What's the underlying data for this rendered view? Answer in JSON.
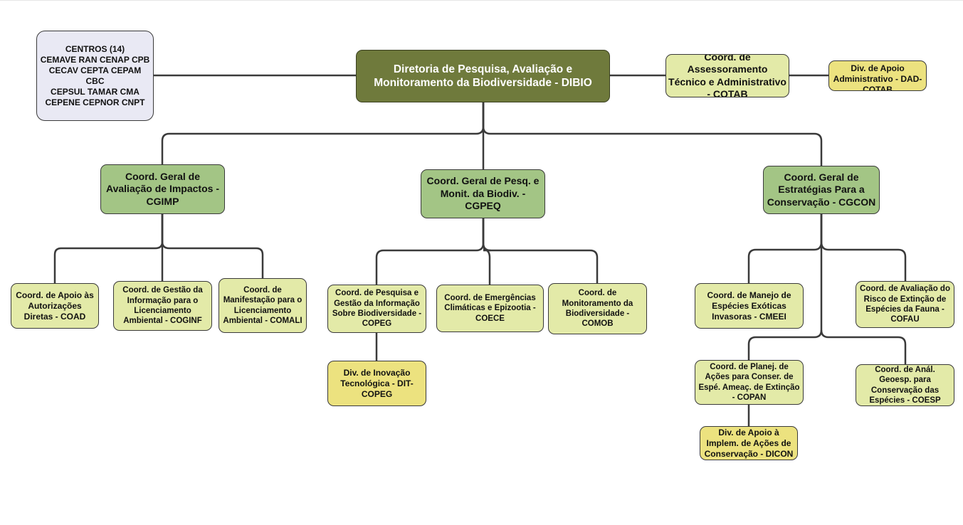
{
  "colors": {
    "director": "#6f7a3c",
    "general_coord": "#a3c585",
    "coord": "#e3eaa8",
    "division": "#ece27f",
    "centers": "#e9e9f4",
    "line": "#3a3a3a"
  },
  "org": {
    "centros": "CENTROS (14)\nCEMAVE RAN CENAP CPB\nCECAV CEPTA CEPAM CBC\nCEPSUL TAMAR CMA\nCEPENE CEPNOR CNPT",
    "dibio": "Diretoria de Pesquisa, Avaliação e Monitoramento da Biodiversidade - DIBIO",
    "cotab": "Coord. de Assessoramento Técnico e Administrativo - COTAB",
    "dad": "Div. de Apoio Administrativo - DAD-COTAB",
    "cgimp": "Coord. Geral de Avaliação de Impactos - CGIMP",
    "cgpeq": "Coord. Geral de Pesq. e Monit. da Biodiv. - CGPEQ",
    "cgcon": "Coord. Geral de Estratégias Para a Conservação - CGCON",
    "coad": "Coord. de Apoio às Autorizações Diretas - COAD",
    "coginf": "Coord. de Gestão da Informação para o Licenciamento Ambiental - COGINF",
    "comali": "Coord. de Manifestação para o Licenciamento Ambiental - COMALI",
    "copeg": "Coord. de Pesquisa e Gestão da Informação Sobre Biodiversidade - COPEG",
    "coece": "Coord. de Emergências Climáticas e Epizootia - COECE",
    "comob": "Coord. de Monitoramento da Biodiversidade - COMOB",
    "dit": "Div. de Inovação Tecnológica - DIT-COPEG",
    "cmeei": "Coord. de Manejo de Espécies Exóticas Invasoras - CMEEI",
    "cofau": "Coord. de Avaliação do Risco de Extinção de Espécies da Fauna - COFAU",
    "copan": "Coord. de Planej. de Ações para Conser. de Espé. Ameaç. de Extinção - COPAN",
    "coesp": "Coord. de Anál. Geoesp. para Conservação das Espécies - COESP",
    "dicon": "Div. de Apoio à Implem. de Ações de Conservação - DICON"
  }
}
